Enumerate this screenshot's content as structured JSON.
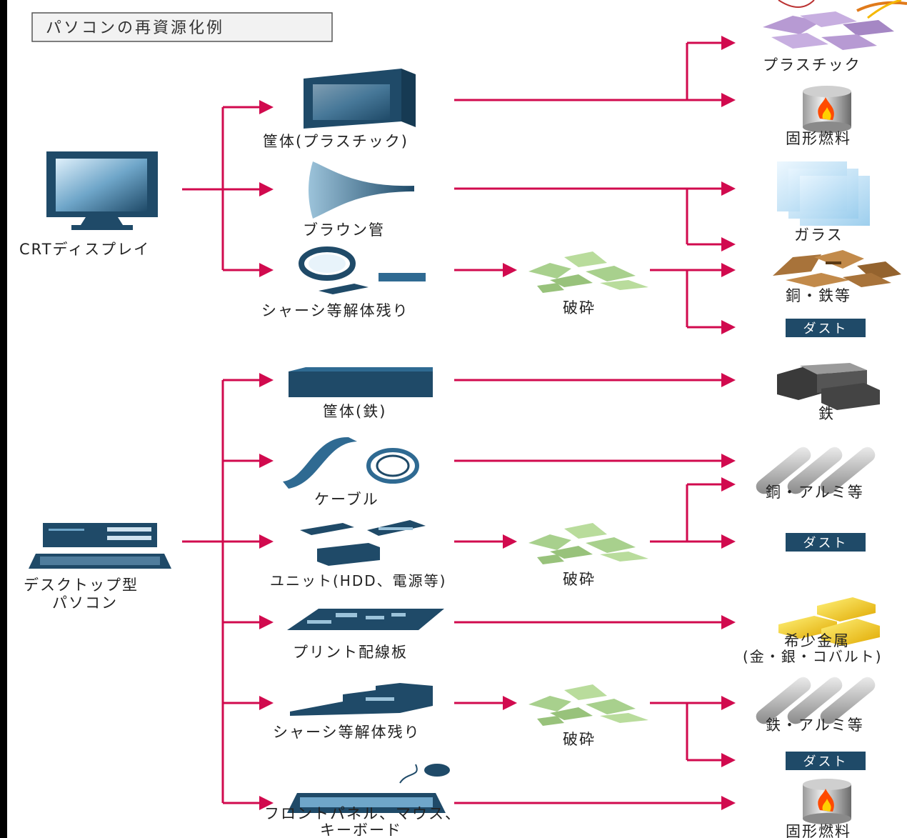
{
  "title": "パソコンの再資源化例",
  "colors": {
    "arrow": "#d10a4e",
    "device": "#1f4a68",
    "crushed": "#a8d08d",
    "dust_badge": "#1f4a68",
    "plastic": "#b79ad3",
    "copper": "#a8733a",
    "gold": "#f2cc1e",
    "fire": "#ff4a00"
  },
  "sources": {
    "crt": "CRTディスプレイ",
    "desktop_line1": "デスクトップ型",
    "desktop_line2": "パソコン"
  },
  "crt_parts": {
    "casing": "筐体(プラスチック)",
    "tube": "ブラウン管",
    "chassis": "シャーシ等解体残り"
  },
  "desktop_parts": {
    "casing": "筐体(鉄)",
    "cable": "ケーブル",
    "unit": "ユニット(HDD、電源等)",
    "pcb": "プリント配線板",
    "chassis": "シャーシ等解体残り",
    "front_line1": "フロントパネル、マウス、",
    "front_line2": "キーボード"
  },
  "process": {
    "crush_1": "破砕",
    "crush_2": "破砕",
    "crush_3": "破砕"
  },
  "outputs": {
    "plastic": "プラスチック",
    "solid_fuel_1": "固形燃料",
    "glass": "ガラス",
    "copper_iron": "銅・鉄等",
    "dust_1": "ダスト",
    "iron": "鉄",
    "copper_aluminum": "銅・アルミ等",
    "dust_2": "ダスト",
    "rare_metal_line1": "希少金属",
    "rare_metal_line2": "(金・銀・コバルト)",
    "iron_aluminum": "鉄・アルミ等",
    "dust_3": "ダスト",
    "solid_fuel_2": "固形燃料"
  }
}
